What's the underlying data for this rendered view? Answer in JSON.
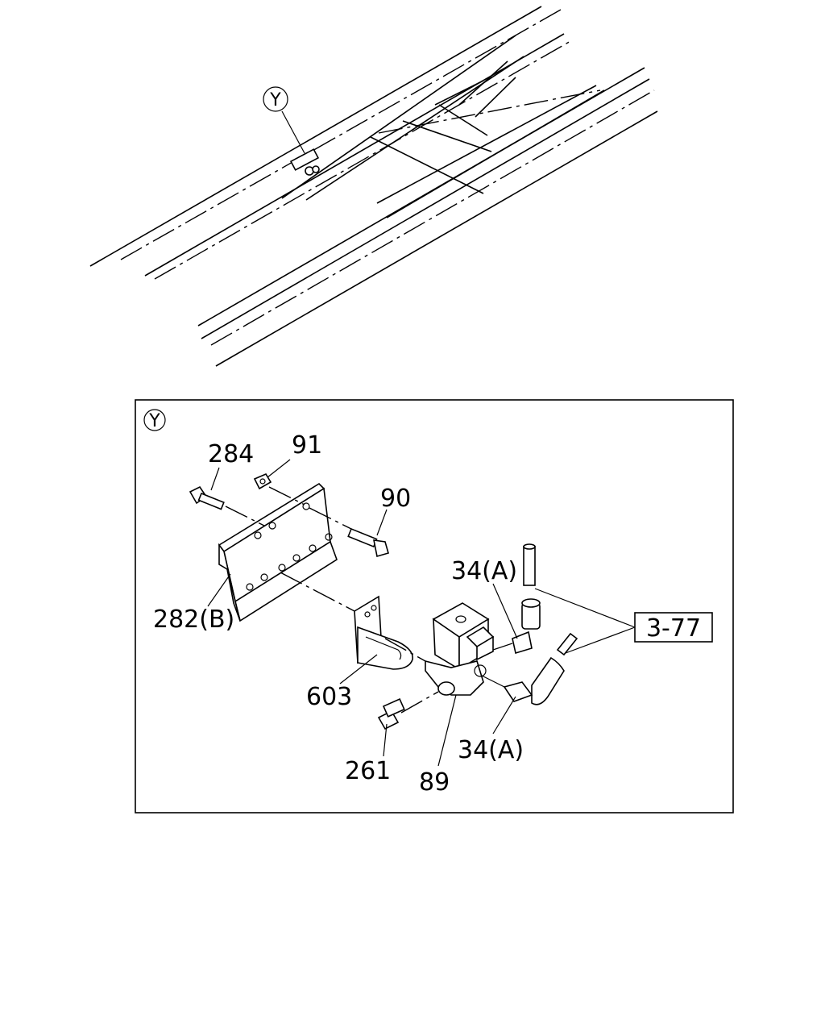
{
  "callouts": {
    "view_marker_top": "Y",
    "view_marker_detail": "Y",
    "p284": "284",
    "p91": "91",
    "p90": "90",
    "p282b": "282(B)",
    "p34a_top": "34(A)",
    "p34a_bottom": "34(A)",
    "p603": "603",
    "p261": "261",
    "p89": "89",
    "ref_box": "3-77"
  }
}
